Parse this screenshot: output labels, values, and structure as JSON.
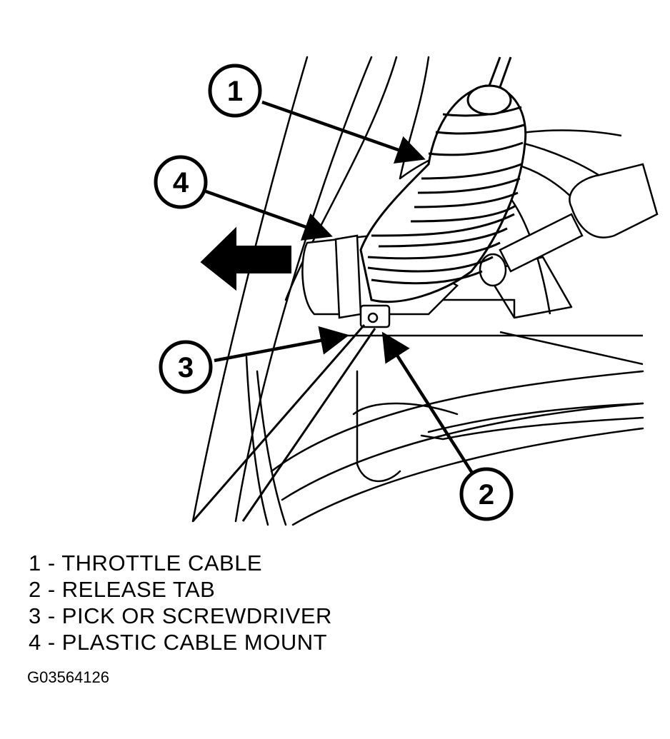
{
  "callouts": [
    {
      "number": "1",
      "label": "THROTTLE CABLE"
    },
    {
      "number": "2",
      "label": "RELEASE TAB"
    },
    {
      "number": "3",
      "label": "PICK OR SCREWDRIVER"
    },
    {
      "number": "4",
      "label": "PLASTIC CABLE MOUNT"
    }
  ],
  "legend": [
    "1 - THROTTLE CABLE",
    "2 - RELEASE TAB",
    "3 - PICK OR SCREWDRIVER",
    "4 - PLASTIC CABLE MOUNT"
  ],
  "figure_id": "G03564126"
}
